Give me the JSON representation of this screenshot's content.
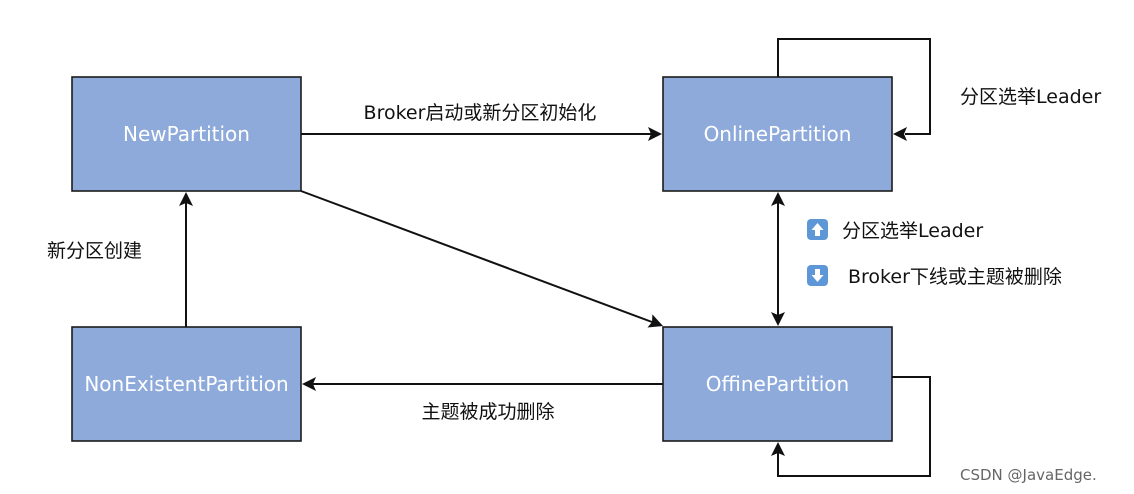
{
  "states": {
    "new_partition": "NewPartition",
    "online_partition": "OnlinePartition",
    "nonexistent_partition": "NonExistentPartition",
    "offline_partition": "OffinePartition"
  },
  "transitions": {
    "new_to_online": "Broker启动或新分区初始化",
    "online_self_loop": "分区选举Leader",
    "nonexistent_to_new": "新分区创建",
    "online_offline_up": "分区选举Leader",
    "online_offline_down": "Broker下线或主题被删除",
    "offline_to_nonexistent": "主题被成功删除"
  },
  "legend": {
    "up_icon": "up-arrow-icon",
    "down_icon": "down-arrow-icon"
  },
  "colors": {
    "box_fill": "#8eaadb",
    "box_stroke": "#1b1b1b",
    "badge_fill": "#5e97d8"
  },
  "watermark": "CSDN @JavaEdge."
}
